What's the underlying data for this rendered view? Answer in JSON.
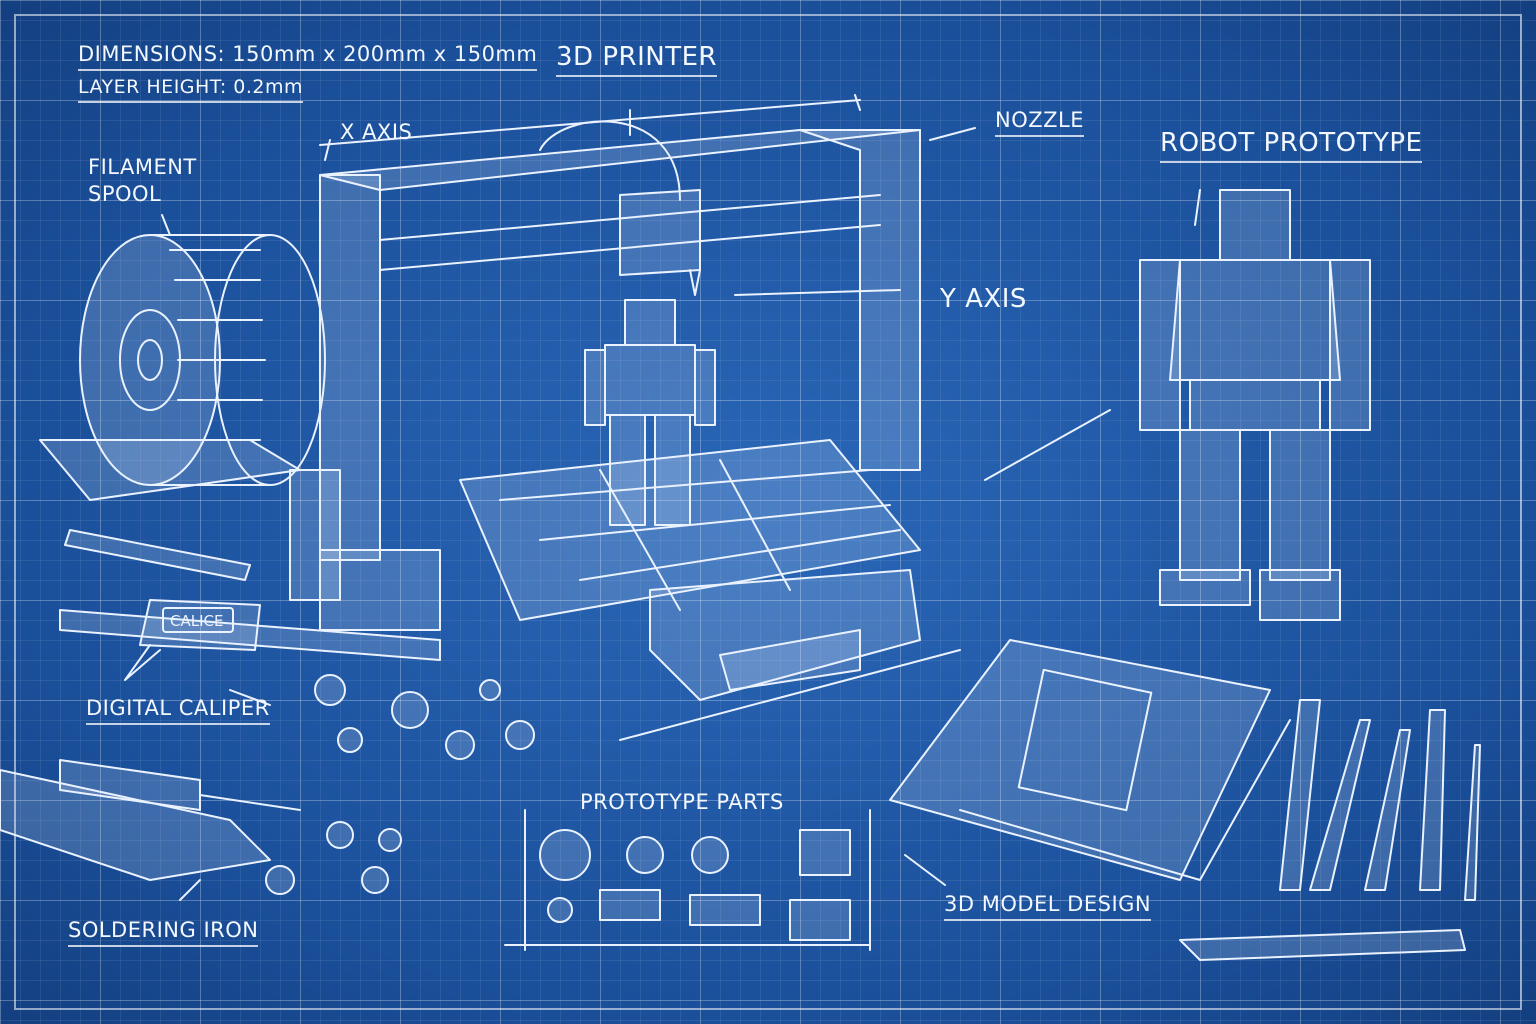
{
  "specs": {
    "dimensions": "DIMENSIONS: 150mm x 200mm x 150mm",
    "layer_height": "LAYER HEIGHT: 0.2mm"
  },
  "labels": {
    "printer": "3D PRINTER",
    "x_axis": "X AXIS",
    "nozzle": "NOZZLE",
    "robot": "ROBOT PROTOTYPE",
    "filament_1": "FILAMENT",
    "filament_2": "SPOOL",
    "y_axis": "Y AXIS",
    "caliper": "DIGITAL CALIPER",
    "soldering": "SOLDERING IRON",
    "parts": "PROTOTYPE PARTS",
    "model": "3D MODEL DESIGN"
  },
  "caliper_display": "CALICE"
}
